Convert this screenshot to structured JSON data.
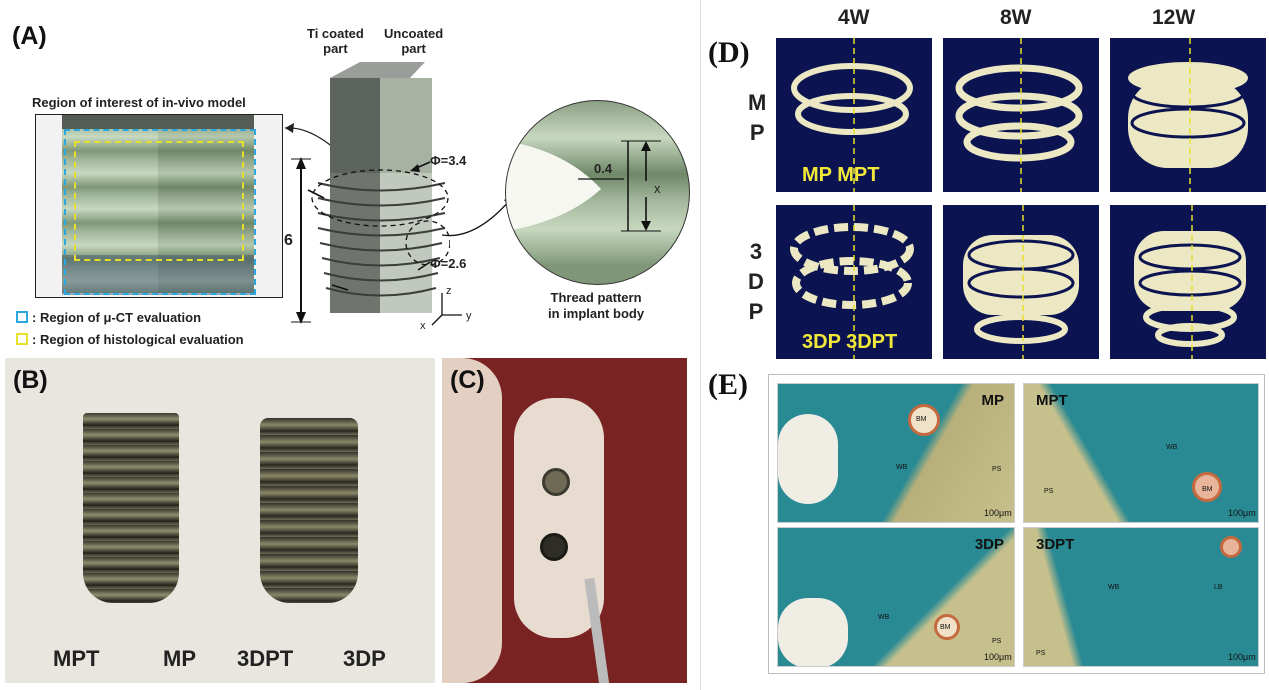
{
  "panelA": {
    "label": "(A)",
    "ti_coated": "Ti coated\npart",
    "uncoated": "Uncoated\npart",
    "roi_title": "Region of interest of in-vivo model",
    "phi_top": "Φ=3.4",
    "phi_bottom": "Φ=2.6",
    "length": "6",
    "pitch": "0.4",
    "pitch_var": "x",
    "thread_caption": "Thread pattern\nin implant body",
    "legend_ct": ": Region of μ-CT evaluation",
    "legend_hist": ": Region of histological evaluation",
    "axis_z": "z",
    "axis_x": "x",
    "axis_y": "y"
  },
  "panelB": {
    "label": "(B)",
    "names": [
      "MPT",
      "MP",
      "3DPT",
      "3DP"
    ]
  },
  "panelC": {
    "label": "(C)"
  },
  "panelD": {
    "label": "(D)",
    "columns": [
      "4W",
      "8W",
      "12W"
    ],
    "row1_label": "M\nP",
    "row2_label": "3\nD\nP",
    "row1_overlay": "MP MPT",
    "row2_overlay": "3DP 3DPT"
  },
  "panelE": {
    "label": "(E)",
    "tiles": [
      {
        "name": "MP",
        "marks": [
          "BM",
          "WB",
          "PS"
        ],
        "scale": "100μm"
      },
      {
        "name": "MPT",
        "marks": [
          "WB",
          "BM",
          "PS"
        ],
        "scale": "100μm"
      },
      {
        "name": "3DP",
        "marks": [
          "WB",
          "BM",
          "PS"
        ],
        "scale": "100μm"
      },
      {
        "name": "3DPT",
        "marks": [
          "WB",
          "LB",
          "PS"
        ],
        "scale": "100μm"
      }
    ]
  },
  "colors": {
    "ct_background": "#0b1450",
    "bone_render": "#ece8c4",
    "implant_green": "#8fa58a",
    "stain_teal": "#2a8a93",
    "ct_roi": "#2aa8e0",
    "hist_roi": "#e6e02a"
  }
}
